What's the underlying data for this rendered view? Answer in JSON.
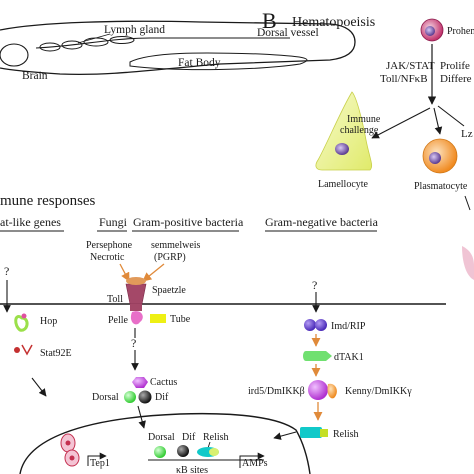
{
  "top_left_labels": {
    "lymph_gland": "Lymph gland",
    "dorsal_vessel": "Dorsal vessel",
    "brain": "Brain",
    "fat_body": "Fat Body"
  },
  "panel_b": {
    "letter": "B",
    "title": "Hematopoeisis",
    "prohem": "Prohem",
    "jak_stat": "JAK/STAT",
    "toll_nfkb": "Toll/NFκB",
    "prolif": "Prolife",
    "differ": "Differe",
    "immune": "Immune",
    "challenge": "challenge",
    "lamellocyte": "Lamellocyte",
    "plasmatocyte": "Plasmatocyte",
    "lz": "Lz"
  },
  "immune": {
    "section_title": "mune responses",
    "col_jak": "at-like genes",
    "col_fungi": "Fungi",
    "col_gpos": "Gram-positive bacteria",
    "col_gneg": "Gram-negative bacteria",
    "persephone": "Persephone",
    "necrotic": "Necrotic",
    "semmelweis": "semmelweis",
    "pgrp": "(PGRP)",
    "q1": "?",
    "q2": "?",
    "q3": "?",
    "toll": "Toll",
    "spaetzle": "Spaetzle",
    "pelle": "Pelle",
    "tube": "Tube",
    "hop": "Hop",
    "stat92e": "Stat92E",
    "cactus": "Cactus",
    "dorsal": "Dorsal",
    "dif": "Dif",
    "imd_rip": "Imd/RIP",
    "dtak1": "dTAK1",
    "ird5": "ird5/DmIKKβ",
    "kenny": "Kenny/DmIKKγ",
    "relish": "Relish",
    "nuc_dorsal": "Dorsal",
    "nuc_dif": "Dif",
    "nuc_relish": "Relish",
    "tep1": "Tep1",
    "kb_sites": "κB sites",
    "amps": "AMPs"
  },
  "colors": {
    "lamellocyte": "#eef59a",
    "plasmatocyte": "#f6a248",
    "prohemocyte": "#c0306a",
    "hop": "#9be04a",
    "tube": "#eef014",
    "cactus": "#c040d8",
    "dorsal": "#55dd55",
    "dif": "#222222",
    "imd": "#5a38c8",
    "dtak1": "#70e070",
    "ird5": "#b048d8",
    "kenny": "#f29a38",
    "relish": "#11c9c9",
    "relish_tip": "#c4df26",
    "spaetzle": "#e19a5a",
    "toll": "#a44868"
  }
}
